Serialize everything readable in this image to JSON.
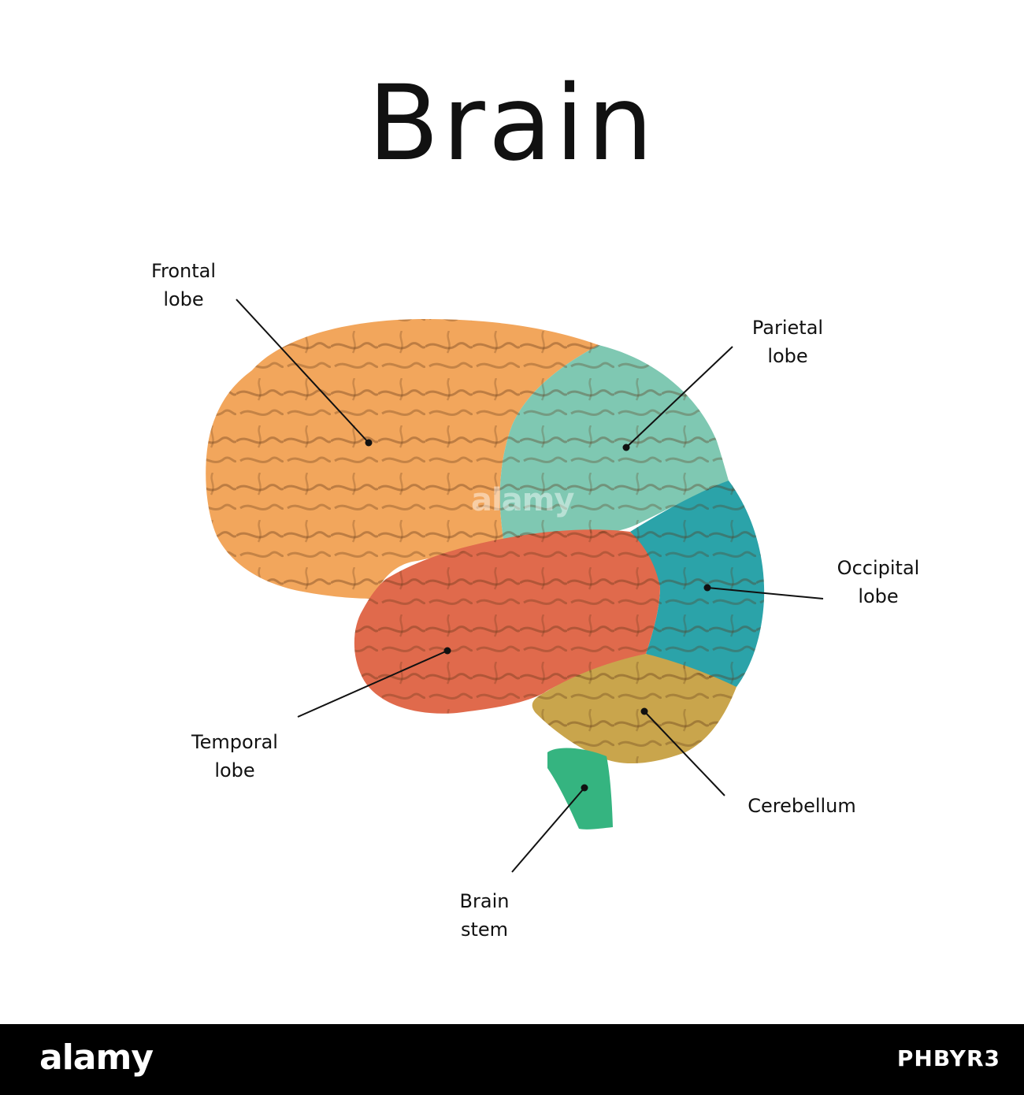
{
  "title": "Brain",
  "colors": {
    "frontal_lobe": "#F2A65C",
    "parietal_lobe": "#7FC8B2",
    "occipital_lobe": "#2BA3A9",
    "temporal_lobe": "#E06A4C",
    "cerebellum": "#C9A54C",
    "brain_stem": "#35B480"
  },
  "labels": {
    "frontal": {
      "line1": "Frontal",
      "line2": "lobe"
    },
    "parietal": {
      "line1": "Parietal",
      "line2": "lobe"
    },
    "occipital": {
      "line1": "Occipital",
      "line2": "lobe"
    },
    "temporal": {
      "line1": "Temporal",
      "line2": "lobe"
    },
    "cerebellum": {
      "line1": "Cerebellum"
    },
    "brainstem": {
      "line1": "Brain",
      "line2": "stem"
    }
  },
  "footer": {
    "logo_text": "alamy",
    "image_id": "PHBYR3"
  },
  "watermark": "alamy"
}
